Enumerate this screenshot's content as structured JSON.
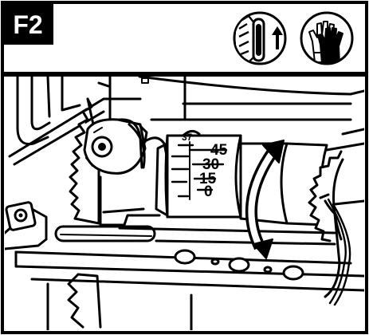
{
  "header": {
    "step_label": "F2"
  },
  "scale": {
    "ticks": [
      "45",
      "30",
      "15",
      "0"
    ],
    "partial_tick": "37"
  },
  "icons": {
    "lever_lift": "lever-lift-icon",
    "gloves": "gloves-icon"
  },
  "colors": {
    "ink": "#000000",
    "paper": "#ffffff",
    "badge": "#000000"
  }
}
